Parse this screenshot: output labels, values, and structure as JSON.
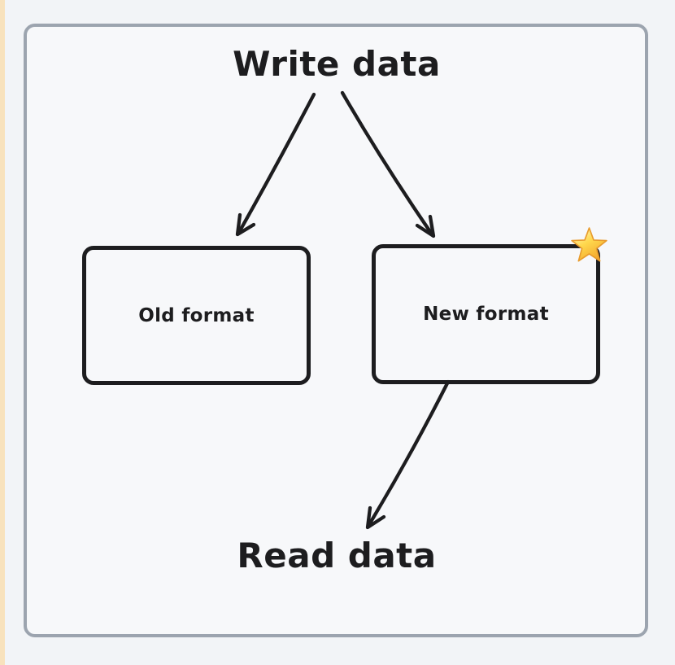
{
  "diagram": {
    "title": "Write data",
    "sink_label": "Read data",
    "nodes": {
      "old": {
        "label": "Old format"
      },
      "new": {
        "label": "New format",
        "badge": "star"
      }
    },
    "edges": [
      {
        "from": "write-data",
        "to": "old-format"
      },
      {
        "from": "write-data",
        "to": "new-format"
      },
      {
        "from": "new-format",
        "to": "read-data"
      }
    ],
    "colors": {
      "ink": "#1d1d1f",
      "frame_border": "#9ca4af",
      "canvas_bg": "#f7f8fa",
      "page_bg": "#f2f4f7",
      "left_strip": "#f8e2bd",
      "star_gold": "#ffd84d",
      "star_outline": "#e89b2d"
    }
  }
}
